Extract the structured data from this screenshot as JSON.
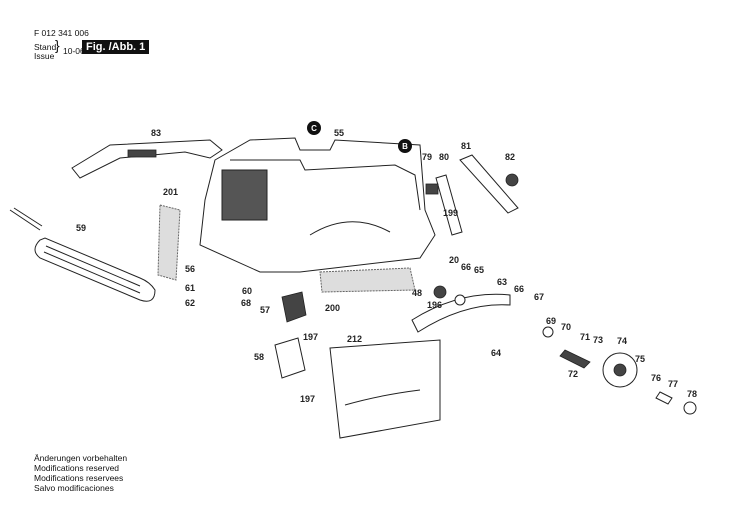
{
  "header": {
    "part_number": "F 012 341 006",
    "stand_label": "Stand",
    "issue_label": "Issue",
    "date": "10-06-28",
    "figure_label": "Fig. /Abb. 1"
  },
  "notes": [
    "Änderungen vorbehalten",
    "Modifications reserved",
    "Modifications reservees",
    "Salvo modificaciones"
  ],
  "markers": [
    "C",
    "B"
  ],
  "callouts": [
    "83",
    "55",
    "79",
    "80",
    "81",
    "82",
    "201",
    "59",
    "199",
    "56",
    "61",
    "62",
    "60",
    "68",
    "20",
    "66",
    "65",
    "63",
    "66",
    "67",
    "48",
    "196",
    "200",
    "57",
    "197",
    "212",
    "69",
    "70",
    "71",
    "73",
    "74",
    "64",
    "75",
    "58",
    "72",
    "76",
    "77",
    "78",
    "197"
  ]
}
